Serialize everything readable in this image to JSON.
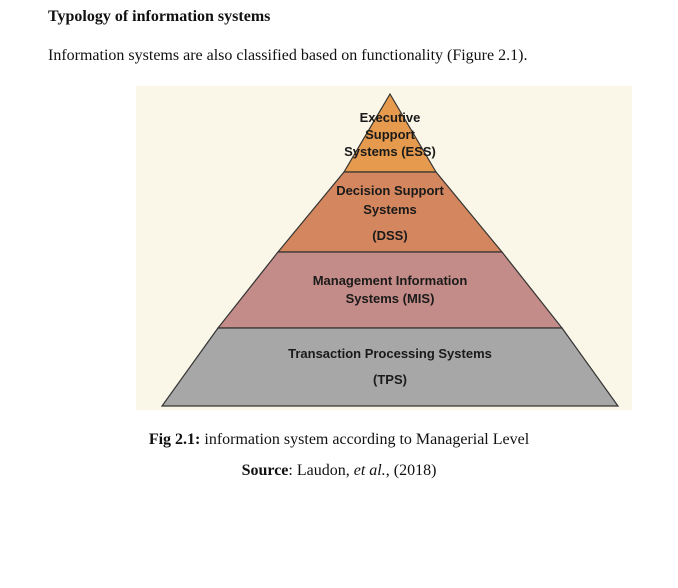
{
  "document": {
    "heading": "Typology of information systems",
    "intro": "Information systems are also classified based on functionality (Figure 2.1)."
  },
  "pyramid": {
    "tiers": [
      {
        "lines": [
          "Executive",
          "Support",
          "Systems (ESS)"
        ],
        "color": "#e59a4e"
      },
      {
        "lines": [
          "Decision Support",
          "Systems",
          "(DSS)"
        ],
        "color": "#d4865e"
      },
      {
        "lines": [
          "Management Information",
          "Systems (MIS)"
        ],
        "color": "#c48c88"
      },
      {
        "lines": [
          "Transaction Processing Systems",
          "(TPS)"
        ],
        "color": "#a7a7a7"
      }
    ]
  },
  "caption": {
    "fig_label": "Fig 2.1:",
    "fig_text": " information system according to Managerial Level",
    "source_label": "Source",
    "source_sep": ": Laudon, ",
    "source_etal": "et al.",
    "source_year": ", (2018)"
  }
}
